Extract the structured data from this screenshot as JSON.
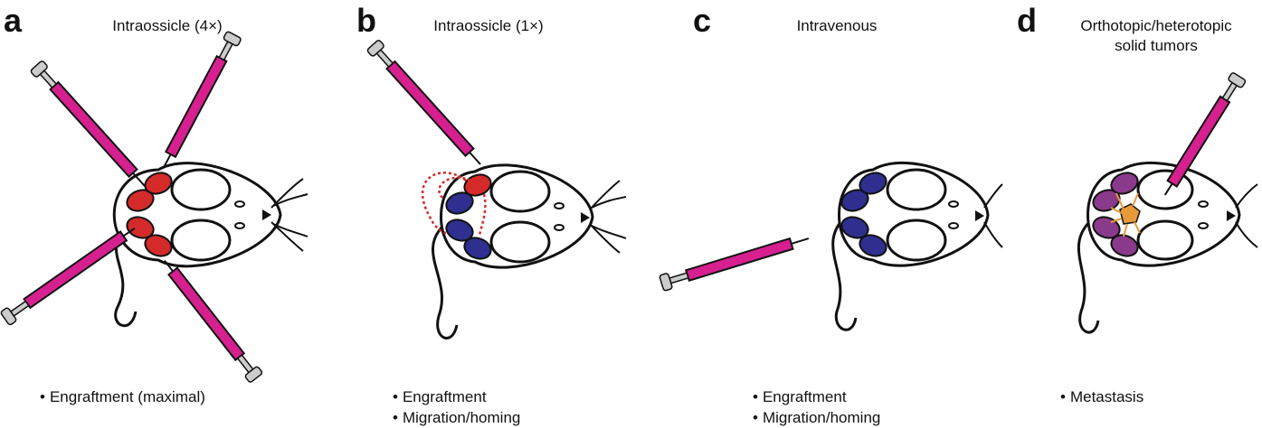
{
  "panels": [
    {
      "letter": "a",
      "title": "Intraossicle (4×)",
      "bullets": [
        "Engraftment (maximal)"
      ]
    },
    {
      "letter": "b",
      "title": "Intraossicle (1×)",
      "bullets": [
        "Engraftment",
        "Migration/homing"
      ]
    },
    {
      "letter": "c",
      "title": "Intravenous",
      "bullets": [
        "Engraftment",
        "Migration/homing"
      ]
    },
    {
      "letter": "d",
      "title_lines": [
        "Orthotopic/heterotopic",
        "solid tumors"
      ],
      "bullets": [
        "Metastasis"
      ]
    }
  ],
  "colors": {
    "ossicle_red": "#d42a2a",
    "ossicle_blue": "#2f2f8f",
    "ossicle_purple": "#8a3a8a",
    "syringe_fill": "#d6208f",
    "tumor": "#e69a3a",
    "arrow_red": "#d42a2a",
    "arrow_orange": "#e69a3a"
  }
}
